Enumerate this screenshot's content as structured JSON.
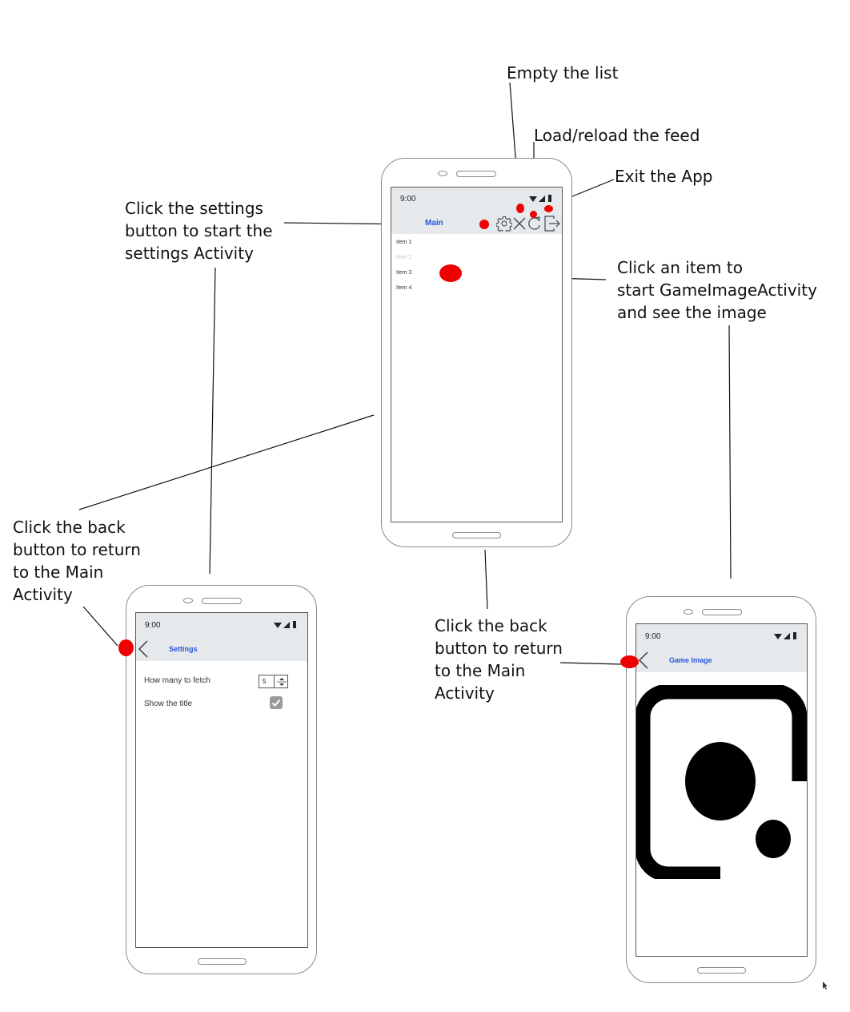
{
  "annotations": {
    "empty_list": "Empty the list",
    "reload_feed": "Load/reload the feed",
    "exit_app": "Exit the App",
    "settings_click": "Click the settings\nbutton to start the\nsettings Activity",
    "item_click": " Click an item to\nstart GameImageActivity\nand see the image",
    "back_left": " Click the back\nbutton to return\nto the Main\nActivity",
    "back_middle": " Click the back\nbutton to return\nto the Main\nActivity"
  },
  "main_phone": {
    "time": "9:00",
    "title": "Main",
    "items": [
      "Item 1",
      "Item 2",
      "Item 3",
      "Item 4"
    ],
    "icons": [
      "settings-icon",
      "close-icon",
      "refresh-icon",
      "exit-icon"
    ]
  },
  "settings_phone": {
    "time": "9:00",
    "title": "Settings",
    "fetch_label": "How many to fetch",
    "fetch_value": "5",
    "show_title_label": "Show the title",
    "show_title_checked": true
  },
  "game_phone": {
    "time": "9:00",
    "title": "Game Image",
    "image_icon": "image-placeholder-icon"
  },
  "colors": {
    "title_blue": "#2a56d6",
    "marker_red": "#ee0000",
    "appbar_gray": "#e6e9ec",
    "disabled_item": "#c8c8c8"
  }
}
